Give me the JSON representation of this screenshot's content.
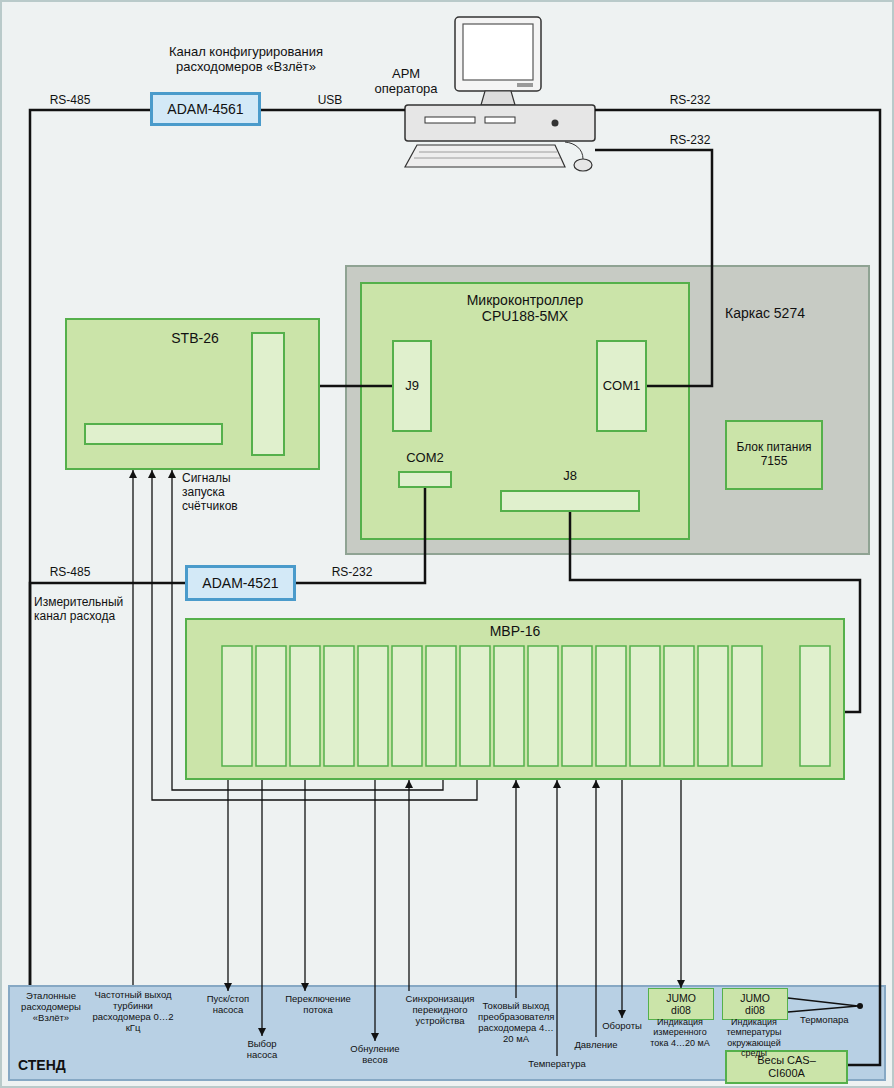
{
  "diagram": {
    "nodes": [
      {
        "text": [
          "АРМ оператора"
        ]
      },
      {
        "text": [
          "Канал конфигурирования расходомеров «Взлёт»",
          "ADAM-4561"
        ]
      },
      {
        "text": [
          "Каркас 5274"
        ]
      },
      {
        "text": [
          "Микроконтроллер CPU188-5MX"
        ],
        "in": 2
      },
      {
        "text": [
          "J9"
        ],
        "in": 3
      },
      {
        "text": [
          "COM1"
        ],
        "in": 3
      },
      {
        "text": [
          "COM2"
        ],
        "in": 3
      },
      {
        "text": [
          "J8"
        ],
        "in": 3
      },
      {
        "text": [
          "Блок питания 7155"
        ],
        "in": 2
      },
      {
        "text": [
          "STB-26"
        ]
      },
      {
        "text": [
          "ADAM-4521"
        ]
      },
      {
        "text": [
          "MBP-16"
        ]
      },
      {
        "text": [
          "СТЕНД"
        ]
      },
      {
        "text": [
          "JUMO di08",
          "Индикация измеренного тока 4…20 мА"
        ],
        "in": 12
      },
      {
        "text": [
          "JUMO di08",
          "Индикация температуры окружающей среды"
        ],
        "in": 12
      },
      {
        "text": [
          "Весы CAS–CI600A"
        ],
        "in": 12
      }
    ],
    "edges": [
      {
        "from": 1,
        "to": 0,
        "label": "USB",
        "arrow": "none"
      },
      {
        "from": 1,
        "to": 12,
        "label": "RS-485",
        "arrow": "none"
      },
      {
        "from": 0,
        "to": 15,
        "label": "RS-232",
        "arrow": "none"
      },
      {
        "from": 0,
        "to": 5,
        "label": "RS-232",
        "arrow": "none"
      },
      {
        "from": 9,
        "to": 4,
        "arrow": "none"
      },
      {
        "from": 6,
        "to": 10,
        "label": "RS-232",
        "arrow": "none"
      },
      {
        "from": 10,
        "to": 12,
        "label": "RS-485",
        "arrow": "none"
      },
      {
        "from": 7,
        "to": 11,
        "arrow": "none"
      },
      {
        "from": 12,
        "to": 9,
        "arrow": "to"
      },
      {
        "from": 11,
        "to": 9,
        "arrow": "to"
      },
      {
        "from": 11,
        "to": 9,
        "arrow": "to"
      },
      {
        "from": 11,
        "to": 12,
        "arrow": "to"
      },
      {
        "from": 11,
        "to": 12,
        "arrow": "to"
      },
      {
        "from": 11,
        "to": 12,
        "arrow": "to"
      },
      {
        "from": 11,
        "to": 12,
        "arrow": "to"
      },
      {
        "from": 12,
        "to": 11,
        "arrow": "to"
      },
      {
        "from": 12,
        "to": 11,
        "arrow": "to"
      },
      {
        "from": 12,
        "to": 11,
        "arrow": "to"
      },
      {
        "from": 12,
        "to": 11,
        "arrow": "to"
      },
      {
        "from": 11,
        "to": 12,
        "arrow": "to"
      },
      {
        "from": 11,
        "to": 13,
        "arrow": "to"
      }
    ],
    "labels": [
      "Измерительный канал расхода",
      "Сигналы запуска счётчиков",
      "Эталонные расходомеры «Взлёт»",
      "Частотный выход турбинки расходомера 0…2 кГц",
      "Пуск/стоп насоса",
      "Выбор насоса",
      "Переключение потока",
      "Обнуление весов",
      "Синхронизация перекидного устройства",
      "Токовый выход преобразователя расходомера 4…20 мА",
      "Температура",
      "Давление",
      "Обороты",
      "Термопара"
    ]
  }
}
